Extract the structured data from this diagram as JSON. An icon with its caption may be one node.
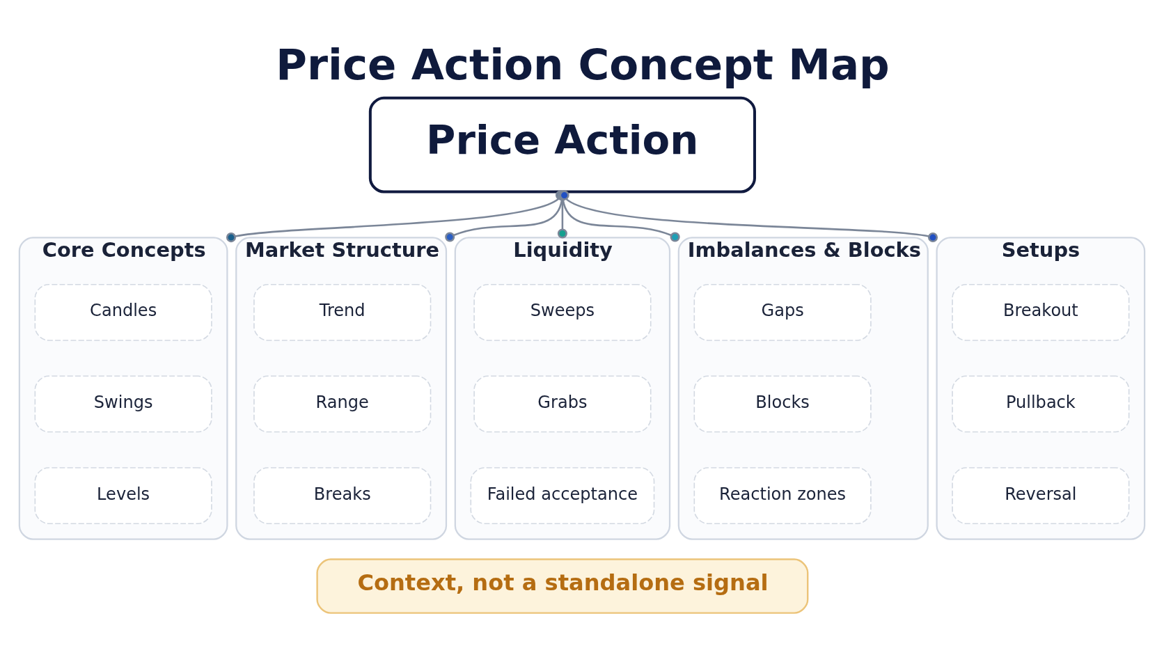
{
  "diagram": {
    "title": "Price Action Concept Map",
    "nodes": [
      {
        "text": [
          "Price Action"
        ]
      },
      {
        "text": [
          "Core Concepts"
        ]
      },
      {
        "text": [
          "Candles"
        ],
        "in": 1
      },
      {
        "text": [
          "Swings"
        ],
        "in": 1
      },
      {
        "text": [
          "Levels"
        ],
        "in": 1
      },
      {
        "text": [
          "Market Structure"
        ]
      },
      {
        "text": [
          "Trend"
        ],
        "in": 5
      },
      {
        "text": [
          "Range"
        ],
        "in": 5
      },
      {
        "text": [
          "Breaks"
        ],
        "in": 5
      },
      {
        "text": [
          "Liquidity"
        ]
      },
      {
        "text": [
          "Sweeps"
        ],
        "in": 9
      },
      {
        "text": [
          "Grabs"
        ],
        "in": 9
      },
      {
        "text": [
          "Failed acceptance"
        ],
        "in": 9
      },
      {
        "text": [
          "Imbalances & Blocks"
        ]
      },
      {
        "text": [
          "Gaps"
        ],
        "in": 13
      },
      {
        "text": [
          "Blocks"
        ],
        "in": 13
      },
      {
        "text": [
          "Reaction zones"
        ],
        "in": 13
      },
      {
        "text": [
          "Setups"
        ]
      },
      {
        "text": [
          "Breakout"
        ],
        "in": 17
      },
      {
        "text": [
          "Pullback"
        ],
        "in": 17
      },
      {
        "text": [
          "Reversal"
        ],
        "in": 17
      },
      {
        "text": [
          "Context, not a standalone signal"
        ]
      }
    ],
    "edges": [
      {
        "from": 0,
        "to": 1,
        "arrow": "other"
      },
      {
        "from": 0,
        "to": 5,
        "arrow": "other"
      },
      {
        "from": 0,
        "to": 9,
        "arrow": "other"
      },
      {
        "from": 0,
        "to": 13,
        "arrow": "other"
      },
      {
        "from": 0,
        "to": 17,
        "arrow": "other"
      }
    ]
  }
}
